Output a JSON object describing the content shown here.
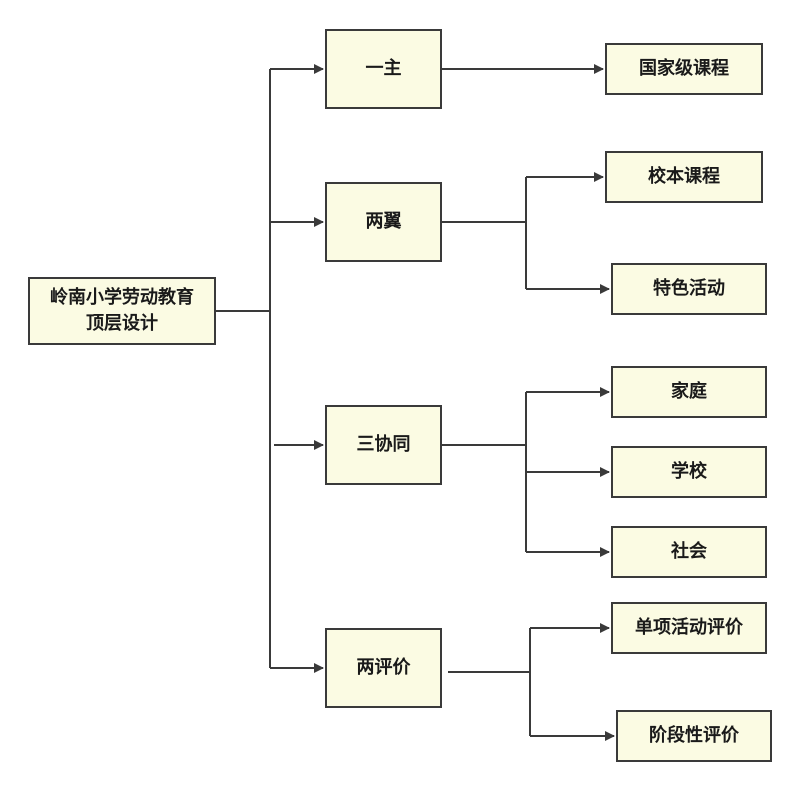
{
  "root": {
    "line1": "岭南小学劳动教育",
    "line2": "顶层设计"
  },
  "branches": [
    {
      "label": "一主",
      "children": [
        "国家级课程"
      ]
    },
    {
      "label": "两翼",
      "children": [
        "校本课程",
        "特色活动"
      ]
    },
    {
      "label": "三协同",
      "children": [
        "家庭",
        "学校",
        "社会"
      ]
    },
    {
      "label": "两评价",
      "children": [
        "单项活动评价",
        "阶段性评价"
      ]
    }
  ],
  "colors": {
    "node_fill": "#fbfbe3",
    "node_border": "#3a3a3a",
    "connector": "#3a3a3a"
  }
}
